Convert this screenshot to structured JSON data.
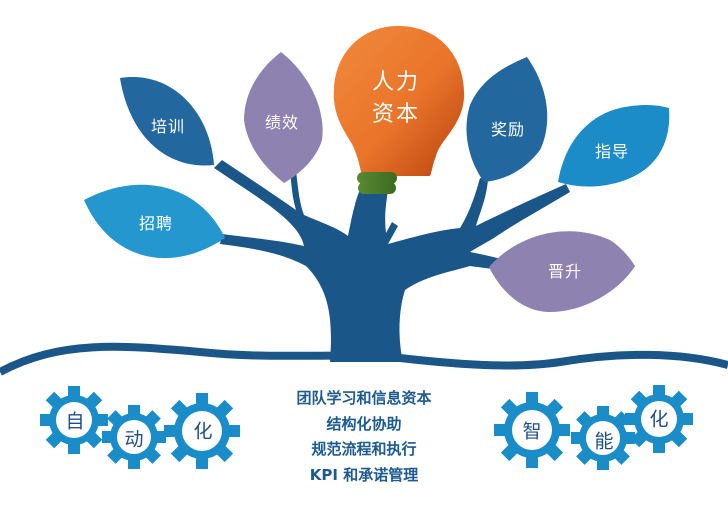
{
  "bulb": {
    "line1": "人力",
    "line2": "资本",
    "color": "#ee7b2f"
  },
  "leaves": [
    {
      "id": "training",
      "label": "培训",
      "color": "#22679e"
    },
    {
      "id": "recruiting",
      "label": "招聘",
      "color": "#2597cf"
    },
    {
      "id": "performance",
      "label": "绩效",
      "color": "#8d82b0"
    },
    {
      "id": "rewards",
      "label": "奖励",
      "color": "#22679e"
    },
    {
      "id": "coaching",
      "label": "指导",
      "color": "#1b8cc8"
    },
    {
      "id": "promotion",
      "label": "晋升",
      "color": "#8d82b0"
    }
  ],
  "automation": {
    "chars": [
      "自",
      "动",
      "化"
    ]
  },
  "intelligence": {
    "chars": [
      "智",
      "能",
      "化"
    ]
  },
  "center_list": [
    "团队学习和信息资本",
    "结构化协助",
    "规范流程和执行",
    "KPI 和承诺管理"
  ],
  "colors": {
    "trunk": "#1b5689",
    "gear": "#1a8dc9",
    "gear_text": "#1e4f85",
    "list_text": "#1d5a8f",
    "socket": "#4a7a2a"
  }
}
